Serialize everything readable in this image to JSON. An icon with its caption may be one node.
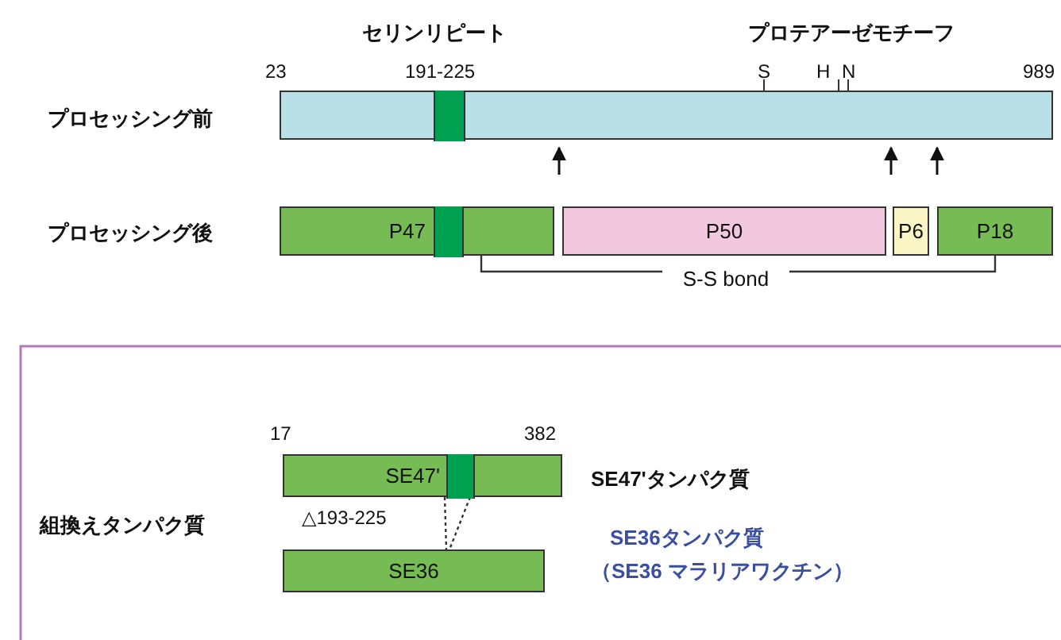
{
  "diagram": {
    "nodes": [
      {
        "text": [],
        "shape": "bar",
        "beside": [
          "プロセッシング前"
        ]
      },
      {
        "text": [
          "P47"
        ]
      },
      {
        "text": [
          "P50"
        ]
      },
      {
        "text": [
          "P6"
        ]
      },
      {
        "text": [
          "P18"
        ]
      },
      {
        "text": [
          "SE47'"
        ],
        "beside": [
          "SE47'タンパク質"
        ]
      },
      {
        "text": [
          "SE36"
        ],
        "beside": [
          "SE36タンパク質",
          "（SE36 マラリアワクチン）"
        ]
      }
    ],
    "edges": [
      {
        "from": 1,
        "to": 4,
        "arrow": "none",
        "label": "S-S bond"
      },
      {
        "from": 5,
        "to": 6,
        "arrow": "none",
        "style": "dashed"
      }
    ],
    "labels": [
      "セリンリピート",
      "プロテアーゼモチーフ",
      "23",
      "191-225",
      "S",
      "H",
      "N",
      "989",
      "プロセッシング後",
      "17",
      "382",
      "組換えタンパク質",
      "△193-225"
    ]
  }
}
